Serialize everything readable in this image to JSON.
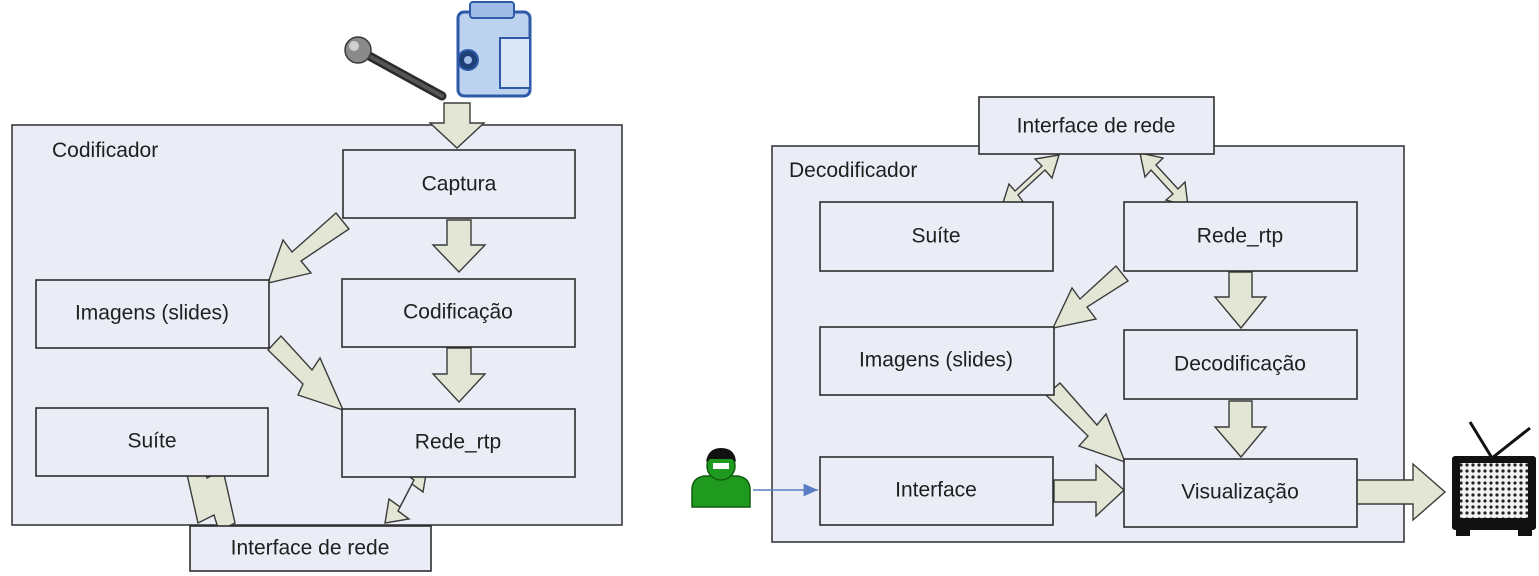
{
  "encoder": {
    "title": "Codificador",
    "boxes": {
      "captura": "Captura",
      "imagens": "Imagens (slides)",
      "codificacao": "Codificação",
      "suite": "Suíte",
      "rede_rtp": "Rede_rtp",
      "interface_rede": "Interface de rede"
    }
  },
  "decoder": {
    "title": "Decodificador",
    "boxes": {
      "interface_rede": "Interface de rede",
      "suite": "Suíte",
      "rede_rtp": "Rede_rtp",
      "imagens": "Imagens (slides)",
      "decodificacao": "Decodificação",
      "interface": "Interface",
      "visualizacao": "Visualização"
    }
  },
  "icons": {
    "microphone": "microphone-icon",
    "camcorder": "camcorder-icon",
    "user": "user-icon",
    "television": "television-icon"
  },
  "colors": {
    "box_fill": "#eaedf6",
    "arrow_fill": "#e3e6d4",
    "user_green": "#1f9a1f",
    "link_blue": "#5b7fc4"
  }
}
